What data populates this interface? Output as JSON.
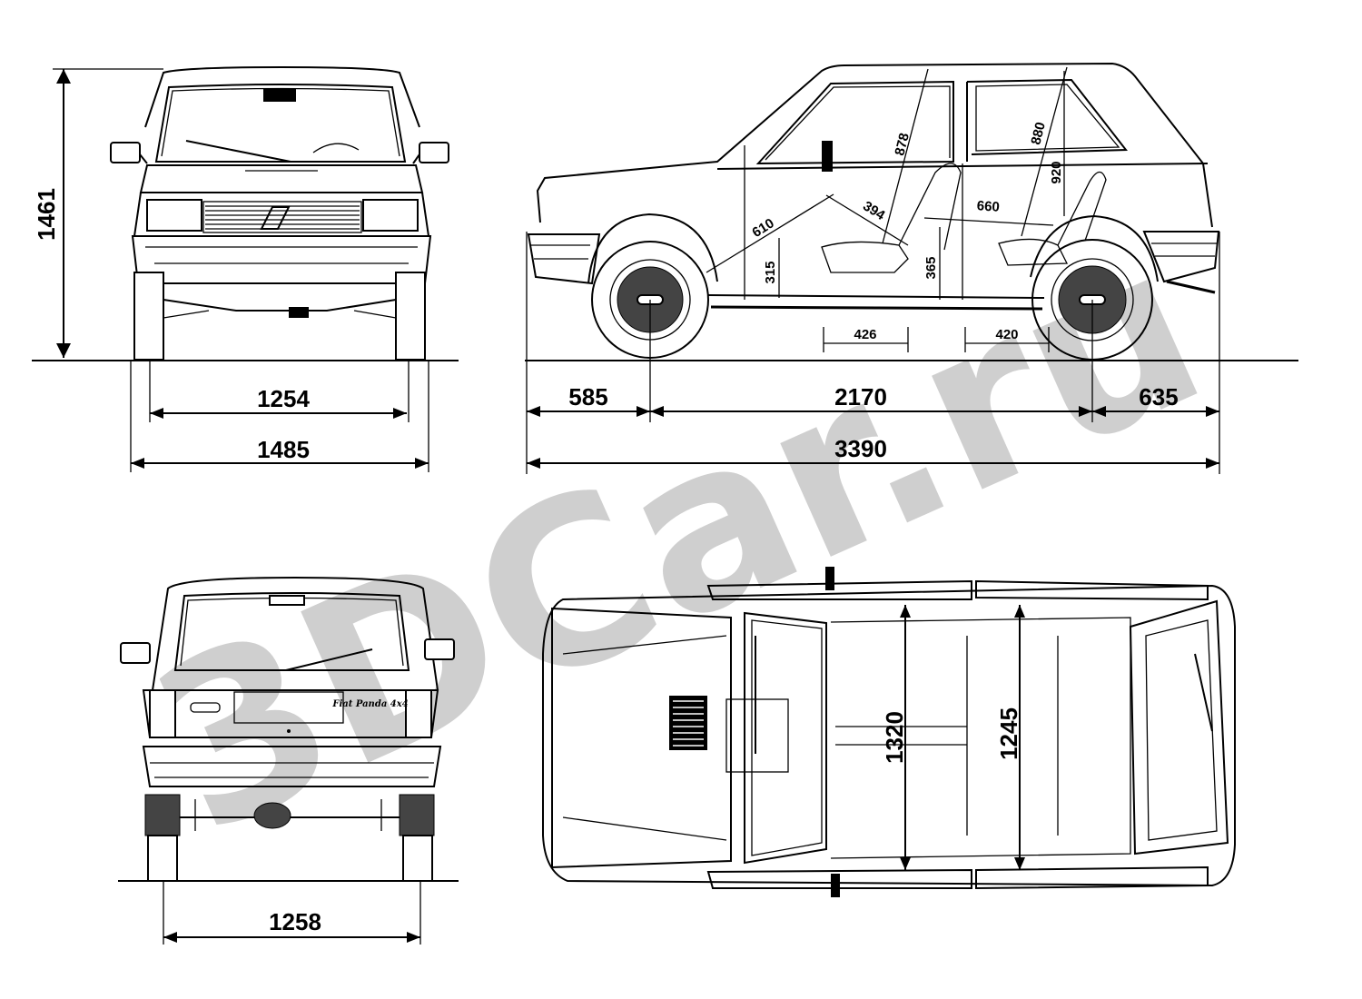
{
  "watermark": {
    "text": "3DCar.ru",
    "color": "#cfcfcf"
  },
  "front_view": {
    "height": "1461",
    "track": "1254",
    "width": "1485"
  },
  "side_view": {
    "front_overhang": "585",
    "wheelbase": "2170",
    "rear_overhang": "635",
    "length": "3390",
    "front_seat_diagonal": "610",
    "front_seat_height": "315",
    "front_legroom_diagonal": "394",
    "front_headroom": "878",
    "rear_headroom": "880",
    "rear_headroom_vertical": "920",
    "rear_legroom_diagonal": "660",
    "rear_seat_height": "365",
    "front_seat_depth": "426",
    "rear_seat_depth": "420"
  },
  "rear_view": {
    "track": "1258",
    "badge": "Fiat Panda 4x4"
  },
  "top_view": {
    "front_shoulder_width": "1320",
    "rear_shoulder_width": "1245"
  },
  "colors": {
    "ink": "#000000",
    "paper": "#ffffff",
    "watermark": "#cfcfcf"
  }
}
